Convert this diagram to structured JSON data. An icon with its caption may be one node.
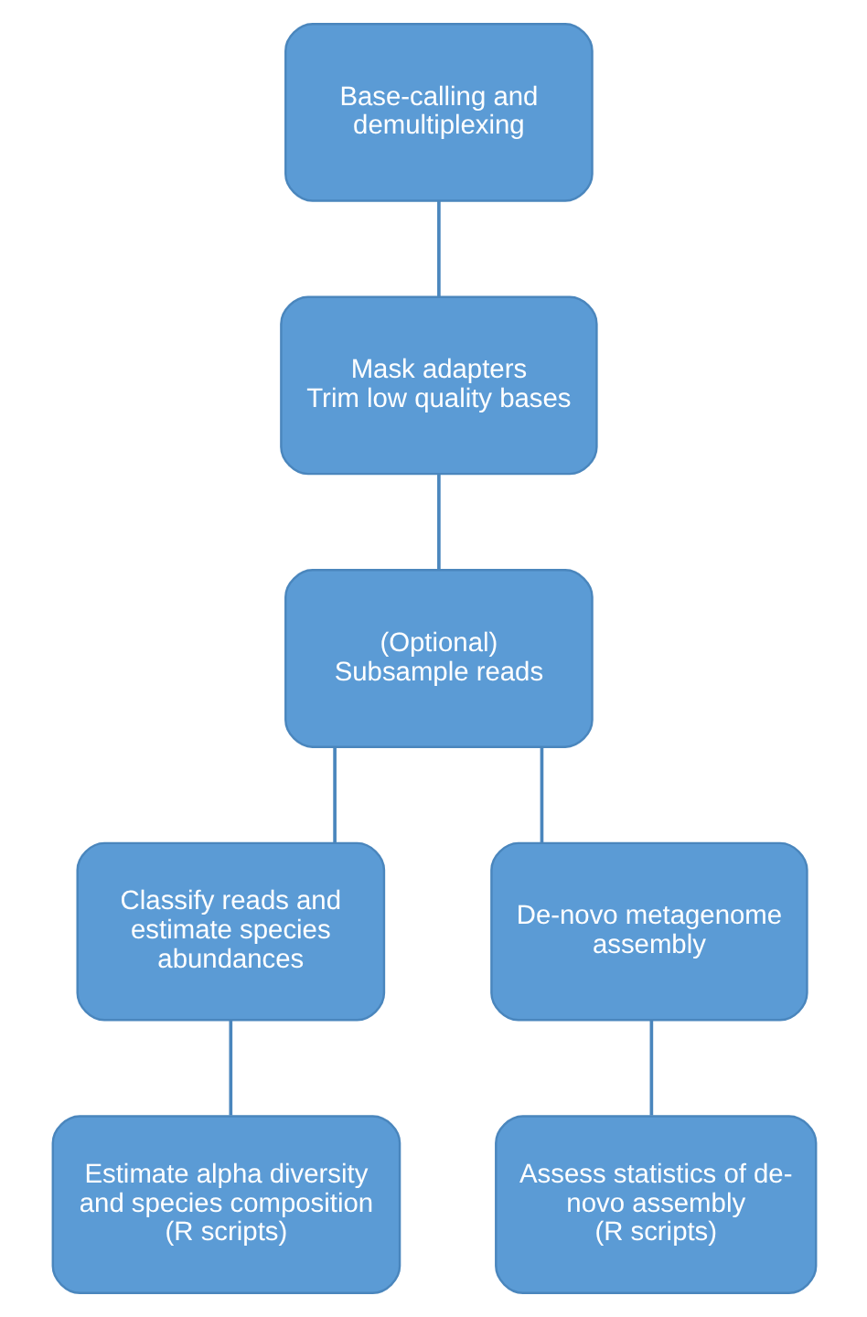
{
  "diagram": {
    "nodes": [
      {
        "text": [
          "Base-calling and demultiplexing"
        ]
      },
      {
        "text": [
          "Mask adapters",
          "Trim low quality bases"
        ]
      },
      {
        "text": [
          "(Optional)",
          "Subsample reads"
        ]
      },
      {
        "text": [
          "Classify reads and estimate species abundances"
        ]
      },
      {
        "text": [
          "De-novo metagenome assembly"
        ]
      },
      {
        "text": [
          "Estimate alpha diversity and species composition",
          "(R scripts)"
        ]
      },
      {
        "text": [
          "Assess statistics of de-novo assembly",
          "(R scripts)"
        ]
      }
    ],
    "edges": [
      {
        "from": 0,
        "to": 1,
        "arrow": "none"
      },
      {
        "from": 1,
        "to": 2,
        "arrow": "none"
      },
      {
        "from": 2,
        "to": 3,
        "arrow": "none"
      },
      {
        "from": 2,
        "to": 4,
        "arrow": "none"
      },
      {
        "from": 3,
        "to": 5,
        "arrow": "none"
      },
      {
        "from": 4,
        "to": 6,
        "arrow": "none"
      }
    ]
  }
}
